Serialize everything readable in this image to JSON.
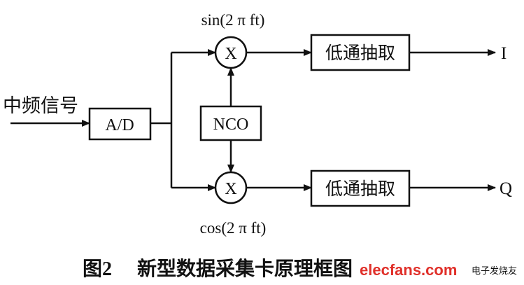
{
  "diagram": {
    "input_label": "中频信号",
    "adc_label": "A/D",
    "nco_label": "NCO",
    "mixer_symbol": "X",
    "sin_label": "sin(2 π ft)",
    "cos_label": "cos(2 π ft)",
    "lowpass_top_label": "低通抽取",
    "lowpass_bottom_label": "低通抽取",
    "output_i": "I",
    "output_q": "Q"
  },
  "caption": {
    "figure_number": "图2",
    "title": "新型数据采集卡原理框图"
  },
  "watermark": {
    "brand": "elecfans.com",
    "brand_cn": "电子发烧友",
    "color": "#e0302a"
  }
}
